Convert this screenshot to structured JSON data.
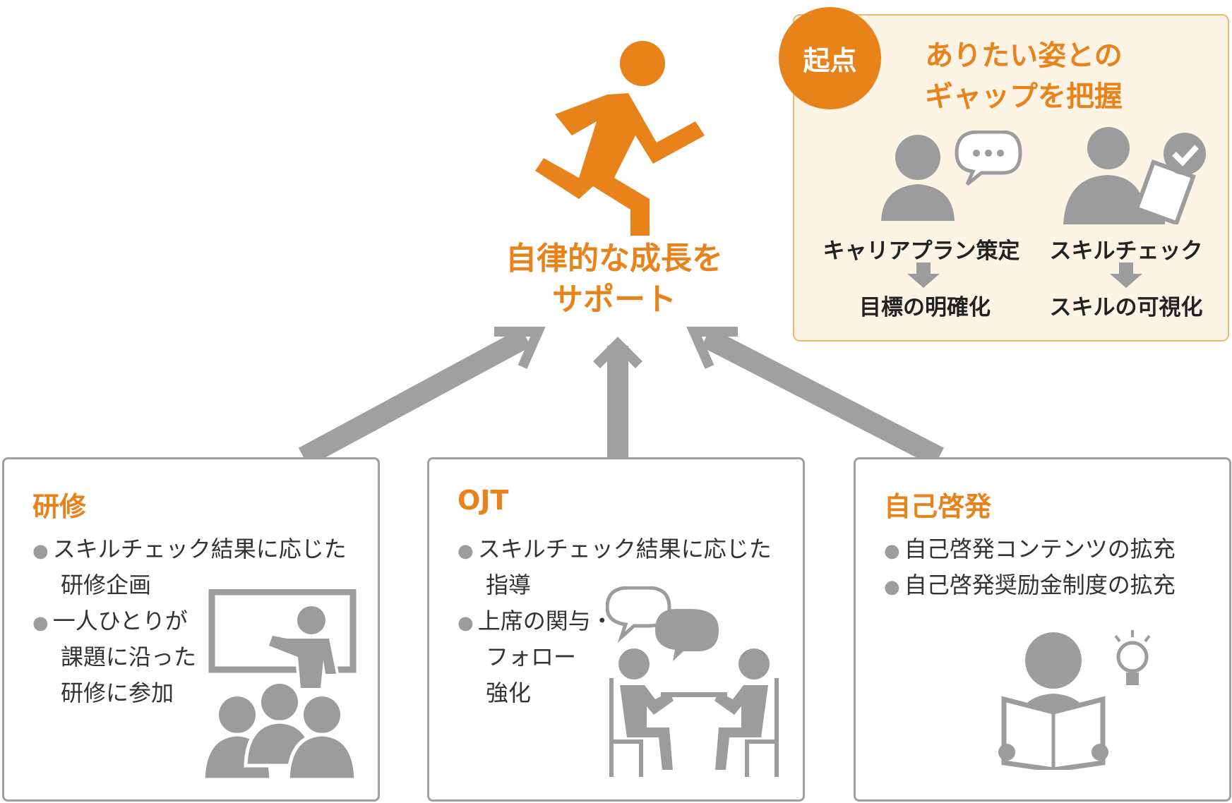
{
  "center": {
    "line1": "自律的な成長を",
    "line2": "サポート"
  },
  "origin": {
    "badge": "起点",
    "title_line1": "ありたい姿との",
    "title_line2": "ギャップを把握",
    "left_label": "キャリアプラン策定",
    "left_result": "目標の明確化",
    "right_label": "スキルチェック",
    "right_result": "スキルの可視化"
  },
  "panels": [
    {
      "title": "研修",
      "bullets": [
        {
          "line1": "スキルチェック結果に応じた",
          "line2": "研修企画"
        },
        {
          "line1": "一人ひとりが",
          "line2": "課題に沿った",
          "line3": "研修に参加"
        }
      ]
    },
    {
      "title": "OJT",
      "bullets": [
        {
          "line1": "スキルチェック結果に応じた",
          "line2": "指導"
        },
        {
          "line1": "上席の関与・",
          "line2": "フォロー",
          "line3": "強化"
        }
      ]
    },
    {
      "title": "自己啓発",
      "bullets": [
        {
          "line1": "自己啓発コンテンツの拡充"
        },
        {
          "line1": "自己啓発奨励金制度の拡充"
        }
      ]
    }
  ],
  "colors": {
    "accent": "#e8821a",
    "gray": "#a0a0a0",
    "origin_bg": "#fdf4e6"
  },
  "icons": [
    "running-person-icon",
    "person-speech-icon",
    "person-checklist-icon",
    "lecture-icon",
    "meeting-icon",
    "reading-idea-icon"
  ]
}
